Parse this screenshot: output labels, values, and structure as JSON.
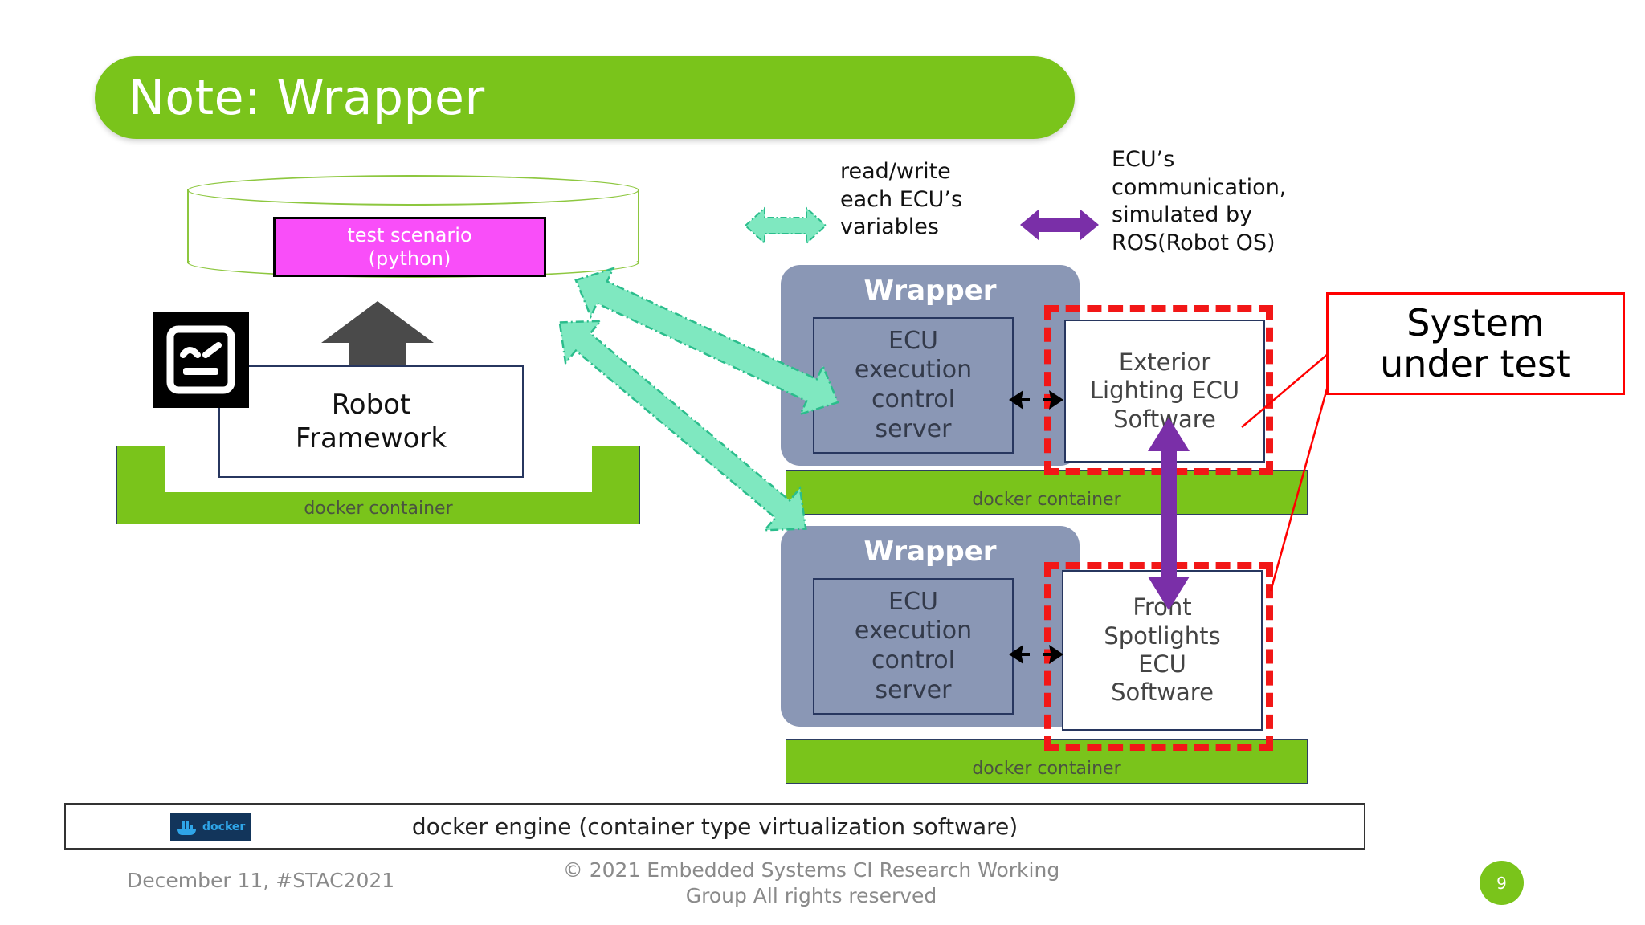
{
  "slide": {
    "title": "Note: Wrapper",
    "page_number": "9",
    "accent_green": "#7ac41b",
    "wrapper_fill": "#8a97b5",
    "sut_red": "#f21717",
    "mint_arrow": "#7fe8c0",
    "purple_arrow": "#7a2fa8",
    "magenta_fill": "#f94ef9"
  },
  "store": {
    "scenario_line1": "test scenario",
    "scenario_line2": "(python)"
  },
  "robot": {
    "line1": "Robot",
    "line2": "Framework",
    "logo_name": "robot-framework-logo",
    "docker_label": "docker container"
  },
  "legends": {
    "read_write": {
      "line1": "read/write",
      "line2": "each ECU’s",
      "line3": "variables",
      "arrow": "mint-double-arrow"
    },
    "ros": {
      "line1": "ECU’s",
      "line2": "communication,",
      "line3": "simulated by",
      "line4": "ROS(Robot OS)",
      "arrow": "purple-double-arrow"
    }
  },
  "wrappers": [
    {
      "title": "Wrapper",
      "inner_line1": "ECU",
      "inner_line2": "execution",
      "inner_line3": "control",
      "inner_line4": "server",
      "ecu_software_line1": "Exterior",
      "ecu_software_line2": "Lighting ECU",
      "ecu_software_line3": "Software",
      "docker_label": "docker container"
    },
    {
      "title": "Wrapper",
      "inner_line1": "ECU",
      "inner_line2": "execution",
      "inner_line3": "control",
      "inner_line4": "server",
      "ecu_software_line1": "Front",
      "ecu_software_line2": "Spotlights",
      "ecu_software_line3": "ECU",
      "ecu_software_line4": "Software",
      "docker_label": "docker container"
    }
  ],
  "callout": {
    "line1": "System",
    "line2": "under test"
  },
  "docker_engine": {
    "label": "docker engine (container type virtualization software)",
    "logo_text": "docker"
  },
  "footer": {
    "date": "December 11, #STAC2021",
    "copyright_line1": "©  2021 Embedded Systems CI Research Working",
    "copyright_line2": "Group All rights reserved"
  }
}
